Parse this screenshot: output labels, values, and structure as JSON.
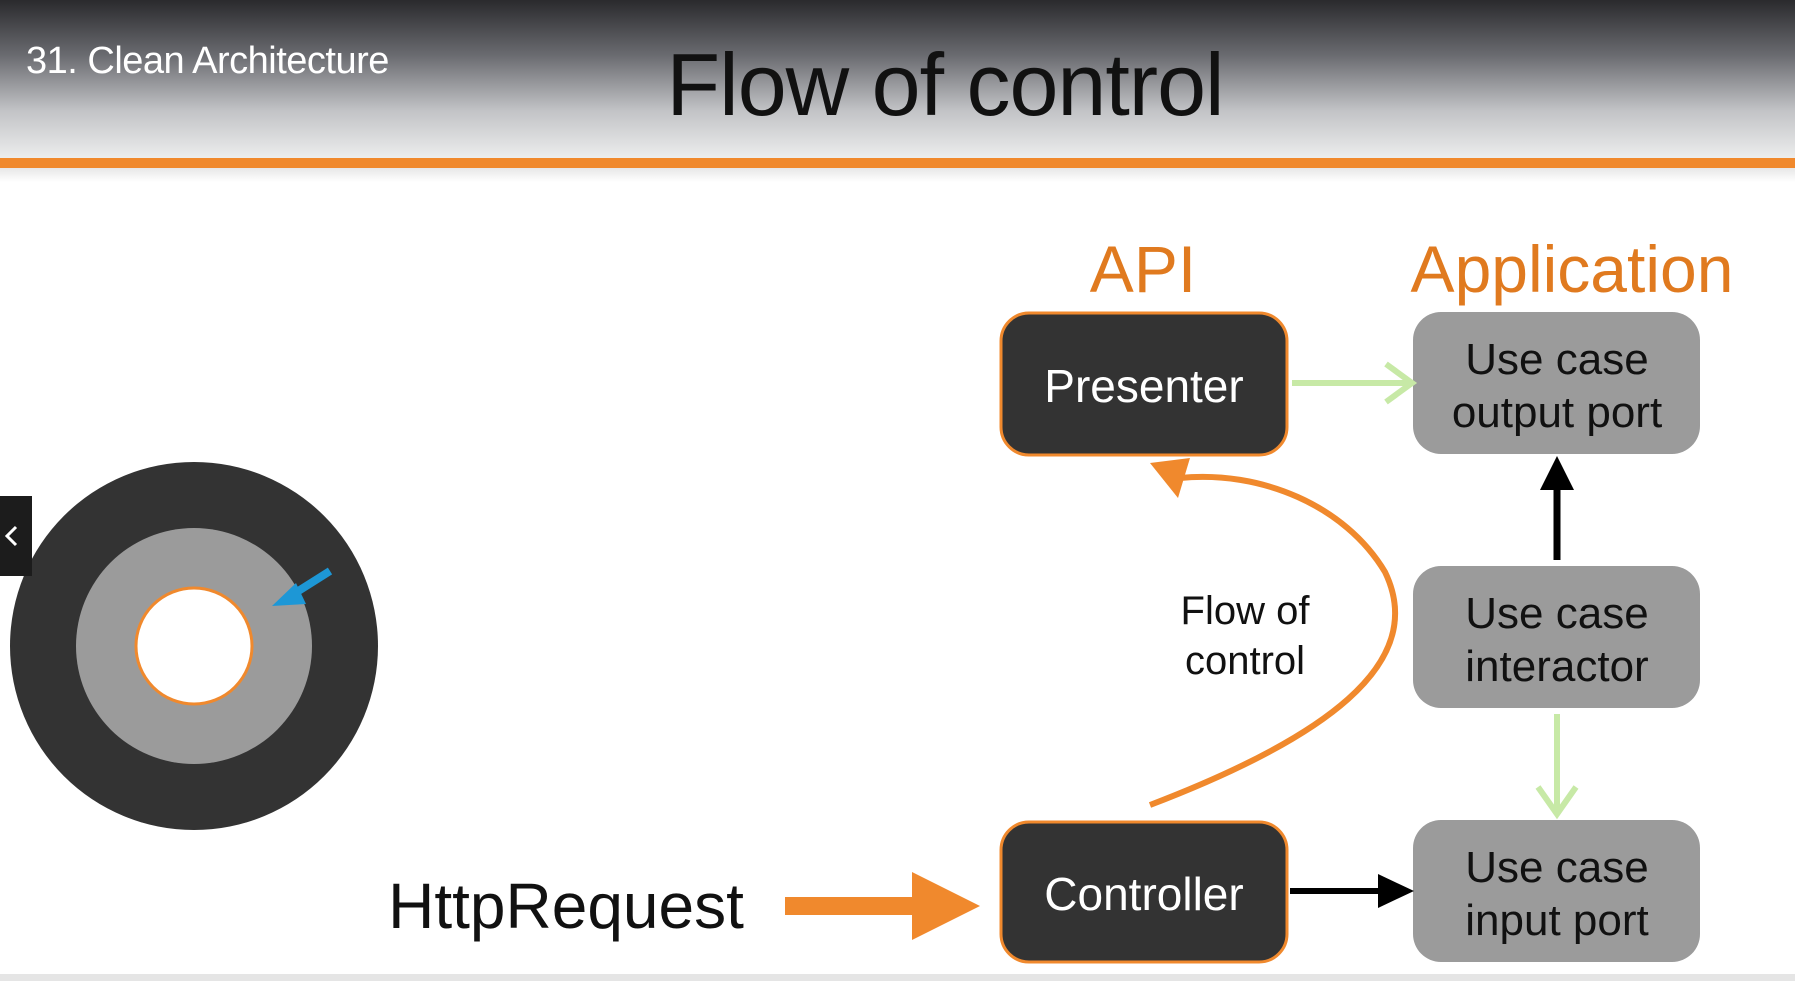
{
  "header": {
    "course_title": "31. Clean Architecture",
    "slide_title": "Flow of control"
  },
  "diagram": {
    "groups": {
      "api": "API",
      "application": "Application"
    },
    "nodes": {
      "presenter": "Presenter",
      "controller": "Controller",
      "output_port": [
        "Use case",
        "output port"
      ],
      "interactor": [
        "Use case",
        "interactor"
      ],
      "input_port": [
        "Use case",
        "input port"
      ]
    },
    "flow_label": [
      "Flow of",
      "control"
    ],
    "http_request": "HttpRequest"
  },
  "navigation": {
    "prev_icon": "chevron-left-icon"
  },
  "colors": {
    "accent_orange": "#f0892d",
    "label_orange": "#e07a1f",
    "dark_box": "#333333",
    "gray_box": "#9b9b9b",
    "light_green_arrow": "#c7e9a6",
    "blue_arrow": "#1d97d6"
  }
}
